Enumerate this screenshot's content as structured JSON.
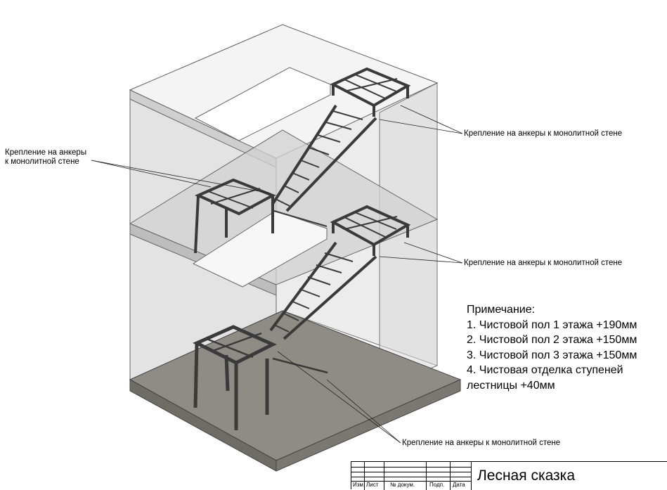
{
  "callouts": {
    "left": "Крепление на анкеры\nк монолитной стене",
    "top_right": "Крепление на анкеры к монолитной стене",
    "mid_right": "Крепление на анкеры к монолитной стене",
    "bottom": "Крепление на анкеры к монолитной стене"
  },
  "notes": {
    "heading": "Примечание:",
    "items": [
      "1.  Чистовой пол 1 этажа +190мм",
      "2.  Чистовой пол 2 этажа +150мм",
      "3.  Чистовой пол 3 этажа +150мм",
      "4.  Чистовая отделка ступеней",
      "лестницы +40мм"
    ]
  },
  "stamp": {
    "labels": [
      "Изм.",
      "Лист",
      "№ докум.",
      "Подп.",
      "Дата"
    ],
    "title": "Лесная сказка"
  },
  "colors": {
    "wall_fill": "#e6e6e6",
    "floor_slab": "#8c8a84",
    "steel": "#3a3a3a",
    "line": "#555555"
  }
}
